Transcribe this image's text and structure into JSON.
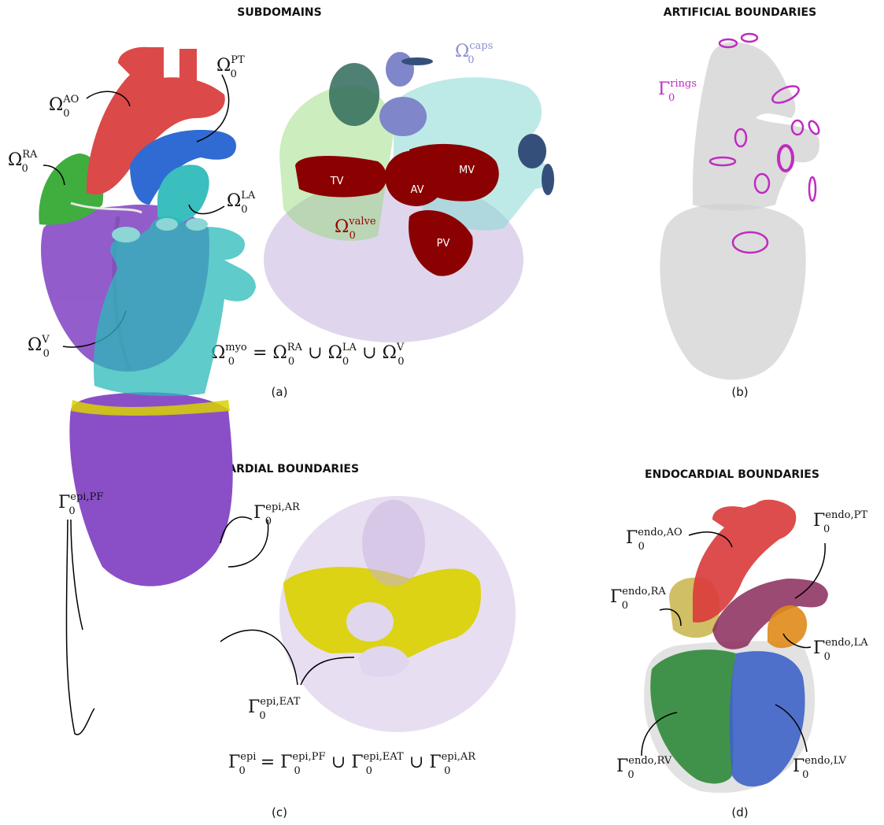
{
  "titles": {
    "a": "SUBDOMAINS",
    "b": "ARTIFICIAL BOUNDARIES",
    "c": "EPICARDIAL BOUNDARIES",
    "d": "ENDOCARDIAL BOUNDARIES"
  },
  "captions": {
    "a": "(a)",
    "b": "(b)",
    "c": "(c)",
    "d": "(d)"
  },
  "panel_a": {
    "pt": {
      "sym": "Ω",
      "sup": "PT",
      "sub": "0"
    },
    "ao": {
      "sym": "Ω",
      "sup": "AO",
      "sub": "0"
    },
    "ra": {
      "sym": "Ω",
      "sup": "RA",
      "sub": "0"
    },
    "la": {
      "sym": "Ω",
      "sup": "LA",
      "sub": "0"
    },
    "v": {
      "sym": "Ω",
      "sup": "V",
      "sub": "0"
    },
    "caps": {
      "sym": "Ω",
      "sup": "caps",
      "sub": "0"
    },
    "valve": {
      "sym": "Ω",
      "sup": "valve",
      "sub": "0"
    },
    "valves": {
      "tv": "TV",
      "av": "AV",
      "mv": "MV",
      "pv": "PV"
    },
    "equation": {
      "lhs": "Ω",
      "lhs_sup": "myo",
      "lhs_sub": "0",
      "eq": " = ",
      "t1": "Ω",
      "t1_sup": "RA",
      "t1_sub": "0",
      "cup": " ∪ ",
      "t2": "Ω",
      "t2_sup": "LA",
      "t2_sub": "0",
      "t3": "Ω",
      "t3_sup": "V",
      "t3_sub": "0"
    }
  },
  "panel_b": {
    "rings": {
      "sym": "Γ",
      "sup": "rings",
      "sub": "0"
    }
  },
  "panel_c": {
    "ar": {
      "sym": "Γ",
      "sup": "epi,AR",
      "sub": "0"
    },
    "pf": {
      "sym": "Γ",
      "sup": "epi,PF",
      "sub": "0"
    },
    "eat": {
      "sym": "Γ",
      "sup": "epi,EAT",
      "sub": "0"
    },
    "equation": {
      "lhs": "Γ",
      "lhs_sup": "epi",
      "lhs_sub": "0",
      "eq": " = ",
      "t1": "Γ",
      "t1_sup": "epi,PF",
      "t1_sub": "0",
      "cup": " ∪ ",
      "t2": "Γ",
      "t2_sup": "epi,EAT",
      "t2_sub": "0",
      "t3": "Γ",
      "t3_sup": "epi,AR",
      "t3_sub": "0"
    }
  },
  "panel_d": {
    "ao": {
      "sym": "Γ",
      "sup": "endo,AO",
      "sub": "0"
    },
    "pt": {
      "sym": "Γ",
      "sup": "endo,PT",
      "sub": "0"
    },
    "ra": {
      "sym": "Γ",
      "sup": "endo,RA",
      "sub": "0"
    },
    "la": {
      "sym": "Γ",
      "sup": "endo,LA",
      "sub": "0"
    },
    "rv": {
      "sym": "Γ",
      "sup": "endo,RV",
      "sub": "0"
    },
    "lv": {
      "sym": "Γ",
      "sup": "endo,LV",
      "sub": "0"
    }
  },
  "colors": {
    "ventricle": "#8a4fc7",
    "aorta": "#d93a3a",
    "pulmonary_trunk": "#1f5fd0",
    "right_atrium": "#2fa82f",
    "left_atrium": "#2ab9b9",
    "valve": "#8b0000",
    "caps": "#7f86c9",
    "rings": "#c02bc0",
    "eat": "#d9d100",
    "gray_shell": "#c8c8c8",
    "rv_endo": "#2f8a3a",
    "lv_endo": "#3e63c8",
    "la_endo": "#e08a1a",
    "ra_endo": "#c9b44a",
    "pt_endo": "#8a2a5a"
  }
}
